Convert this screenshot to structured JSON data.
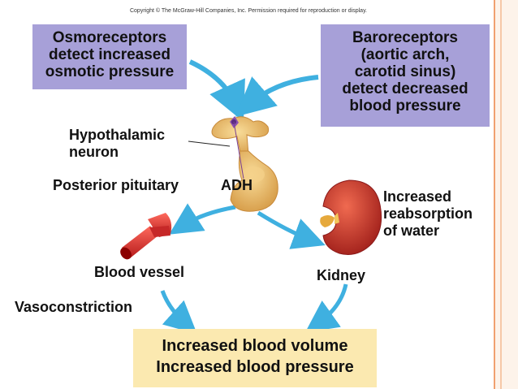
{
  "copyright": "Copyright © The McGraw-Hill Companies, Inc. Permission required for reproduction or display.",
  "osmoreceptors": [
    "Osmoreceptors",
    "detect increased",
    "osmotic pressure"
  ],
  "baroreceptors": [
    "Baroreceptors",
    "(aortic arch,",
    "carotid sinus)",
    "detect decreased",
    "blood pressure"
  ],
  "hypothalamic_neuron": [
    "Hypothalamic",
    "neuron"
  ],
  "posterior_pituitary": "Posterior pituitary",
  "adh": "ADH",
  "increased_reabsorption": [
    "Increased",
    "reabsorption",
    "of water"
  ],
  "blood_vessel": "Blood vessel",
  "kidney": "Kidney",
  "vasoconstriction": "Vasoconstriction",
  "result": [
    "Increased blood volume",
    "Increased blood pressure"
  ],
  "colors": {
    "box_purple": "#a7a0d8",
    "box_yellow": "#fbe9b0",
    "arrow_blue": "#3fb0e0",
    "gland": "#e8b86a",
    "kidney": "#c0392b",
    "vessel": "#d32f2f"
  }
}
